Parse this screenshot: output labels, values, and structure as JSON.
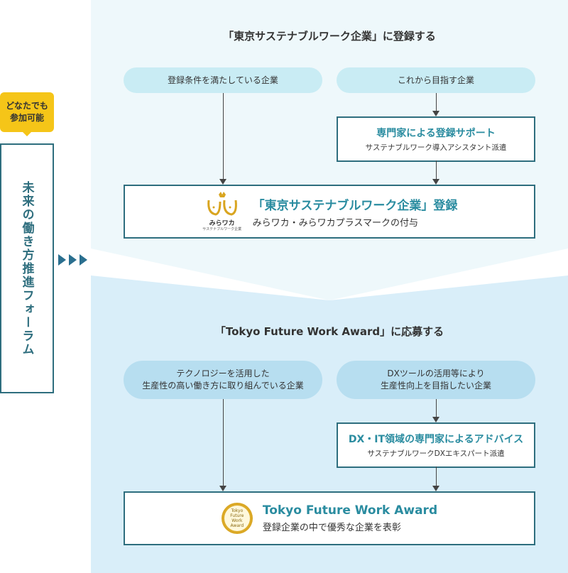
{
  "left": {
    "badge": "どなたでも\n参加可能",
    "forum": "未来の働き方推進フォーラム"
  },
  "section1": {
    "title": "「東京サステナブルワーク企業」に登録する",
    "pill_left": "登録条件を満たしている企業",
    "pill_right": "これから目指す企業",
    "support_title": "専門家による登録サポート",
    "support_sub": "サステナブルワーク導入アシスタント派遣",
    "result_title": "「東京サステナブルワーク企業」登録",
    "result_sub": "みらワカ・みらワカプラスマークの付与",
    "logo_text": "みらワカ",
    "logo_caption": "サステナブルワーク企業"
  },
  "section2": {
    "title": "「Tokyo Future Work Award」に応募する",
    "pill_left": "テクノロジーを活用した\n生産性の高い働き方に取り組んでいる企業",
    "pill_right": "DXツールの活用等により\n生産性向上を目指したい企業",
    "support_title": "DX・IT領域の専門家によるアドバイス",
    "support_sub": "サステナブルワークDXエキスパート派遣",
    "result_title": "Tokyo Future Work Award",
    "result_sub": "登録企業の中で優秀な企業を表彰",
    "seal_text": "Tokyo\nFuture Work\nAward"
  },
  "colors": {
    "panel1": "#eef8fb",
    "panel2": "#d9eef9",
    "border": "#2e6e7e",
    "accent": "#2a8ca0",
    "badge": "#f5c518"
  }
}
